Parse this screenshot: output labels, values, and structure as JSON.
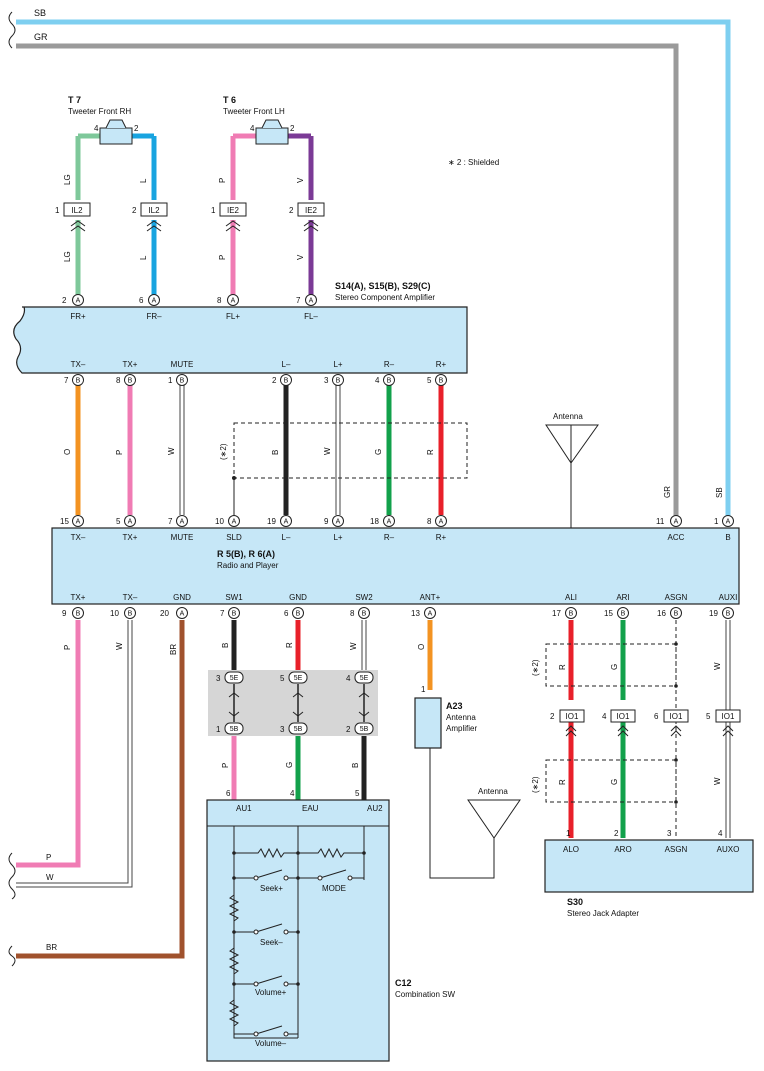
{
  "note": "∗ 2 : Shielded",
  "shield_label": "(∗2)",
  "top_wires": {
    "sb": "SB",
    "gr": "GR"
  },
  "tweeter_rh": {
    "id": "T 7",
    "name": "Tweeter Front RH",
    "pin_a": "4",
    "pin_b": "2"
  },
  "tweeter_lh": {
    "id": "T 6",
    "name": "Tweeter Front LH",
    "pin_a": "4",
    "pin_b": "2"
  },
  "connectors": {
    "il2": "IL2",
    "ie2": "IE2",
    "io1": "IO1"
  },
  "amp": {
    "id": "S14(A), S15(B), S29(C)",
    "name": "Stereo Component Amplifier",
    "top_pins": [
      {
        "num": "2",
        "conn": "A",
        "label": "FR+",
        "wire": "LG",
        "color": "#7ec89a"
      },
      {
        "num": "6",
        "conn": "A",
        "label": "FR–",
        "wire": "L",
        "color": "#18a4e0"
      },
      {
        "num": "8",
        "conn": "A",
        "label": "FL+",
        "wire": "P",
        "color": "#f07cb4"
      },
      {
        "num": "7",
        "conn": "A",
        "label": "FL–",
        "wire": "V",
        "color": "#7b3a96"
      }
    ],
    "bottom_pins": [
      {
        "num": "7",
        "conn": "B",
        "label": "TX–",
        "wire": "O",
        "color": "#f39322"
      },
      {
        "num": "8",
        "conn": "B",
        "label": "TX+",
        "wire": "P",
        "color": "#f07cb4"
      },
      {
        "num": "1",
        "conn": "B",
        "label": "MUTE",
        "wire": "W",
        "color": "#ffffff"
      },
      {
        "num": "2",
        "conn": "B",
        "label": "L–",
        "wire": "B",
        "color": "#222222"
      },
      {
        "num": "3",
        "conn": "B",
        "label": "L+",
        "wire": "W",
        "color": "#ffffff"
      },
      {
        "num": "4",
        "conn": "B",
        "label": "R–",
        "wire": "G",
        "color": "#12a14b"
      },
      {
        "num": "5",
        "conn": "B",
        "label": "R+",
        "wire": "R",
        "color": "#e8202a"
      }
    ]
  },
  "radio": {
    "id": "R 5(B), R 6(A)",
    "name": "Radio and Player",
    "top_pins": [
      {
        "num": "15",
        "conn": "A",
        "label": "TX–"
      },
      {
        "num": "5",
        "conn": "A",
        "label": "TX+"
      },
      {
        "num": "7",
        "conn": "A",
        "label": "MUTE"
      },
      {
        "num": "10",
        "conn": "A",
        "label": "SLD"
      },
      {
        "num": "19",
        "conn": "A",
        "label": "L–"
      },
      {
        "num": "9",
        "conn": "A",
        "label": "L+"
      },
      {
        "num": "18",
        "conn": "A",
        "label": "R–"
      },
      {
        "num": "8",
        "conn": "A",
        "label": "R+"
      },
      {
        "num": "11",
        "conn": "A",
        "label": "ACC",
        "wire": "GR"
      },
      {
        "num": "1",
        "conn": "A",
        "label": "B",
        "wire": "SB"
      }
    ],
    "bottom_pins": [
      {
        "num": "9",
        "conn": "B",
        "label": "TX+",
        "wire": "P"
      },
      {
        "num": "10",
        "conn": "B",
        "label": "TX–",
        "wire": "W"
      },
      {
        "num": "20",
        "conn": "A",
        "label": "GND",
        "wire": "BR"
      },
      {
        "num": "7",
        "conn": "B",
        "label": "SW1",
        "wire": "B"
      },
      {
        "num": "6",
        "conn": "B",
        "label": "GND",
        "wire": "R"
      },
      {
        "num": "8",
        "conn": "B",
        "label": "SW2",
        "wire": "W"
      },
      {
        "num": "13",
        "conn": "A",
        "label": "ANT+",
        "wire": "O"
      },
      {
        "num": "17",
        "conn": "B",
        "label": "ALI",
        "wire": "R"
      },
      {
        "num": "15",
        "conn": "B",
        "label": "ARI",
        "wire": "G"
      },
      {
        "num": "16",
        "conn": "B",
        "label": "ASGN"
      },
      {
        "num": "19",
        "conn": "B",
        "label": "AUXI",
        "wire": "W"
      }
    ]
  },
  "antenna_label": "Antenna",
  "antenna_amp": {
    "id": "A23",
    "name1": "Antenna",
    "name2": "Amplifier",
    "pin": "1"
  },
  "junction": {
    "upper": [
      {
        "num": "3",
        "conn": "5E"
      },
      {
        "num": "5",
        "conn": "5E"
      },
      {
        "num": "4",
        "conn": "5E"
      }
    ],
    "lower": [
      {
        "num": "1",
        "conn": "5B"
      },
      {
        "num": "3",
        "conn": "5B"
      },
      {
        "num": "2",
        "conn": "5B"
      }
    ],
    "wires_below": [
      "P",
      "G",
      "B"
    ]
  },
  "combo_sw": {
    "id": "C12",
    "name": "Combination SW",
    "pins": [
      {
        "num": "6",
        "label": "AU1"
      },
      {
        "num": "4",
        "label": "EAU"
      },
      {
        "num": "5",
        "label": "AU2"
      }
    ],
    "switches": [
      "Seek+",
      "MODE",
      "Seek–",
      "Volume+",
      "Volume–"
    ]
  },
  "jack": {
    "id": "S30",
    "name": "Stereo Jack Adapter",
    "pins": [
      {
        "num": "1",
        "label": "ALO"
      },
      {
        "num": "2",
        "label": "ARO"
      },
      {
        "num": "3",
        "label": "ASGN"
      },
      {
        "num": "4",
        "label": "AUXO"
      }
    ],
    "io1_pins": [
      "2",
      "4",
      "6",
      "5"
    ]
  },
  "left_wires": [
    "P",
    "W",
    "BR"
  ]
}
